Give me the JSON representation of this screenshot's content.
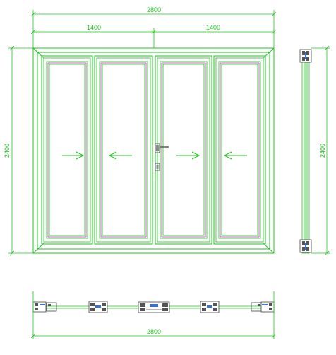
{
  "drawing": {
    "colors": {
      "frame": "#21c421",
      "glass_bead": "#c040c0",
      "dimension": "#21c421",
      "hardware": "#5a5a5a",
      "hardware_accent": "#3a70d0",
      "background": "#ffffff"
    },
    "front_view": {
      "total_width_label": "2800",
      "half_width_left_label": "1400",
      "half_width_right_label": "1400",
      "height_label": "2400",
      "panel_count": 4,
      "slide_directions": [
        "right",
        "left",
        "right",
        "left"
      ]
    },
    "side_view": {
      "height_label": "2400"
    },
    "plan_view": {
      "width_label": "2800"
    }
  }
}
